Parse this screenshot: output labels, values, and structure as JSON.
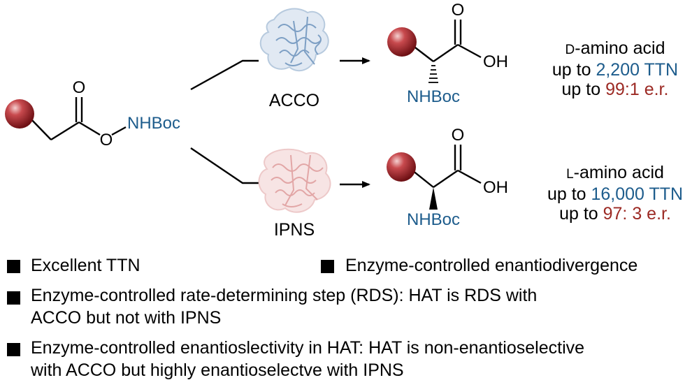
{
  "reagent": {
    "amine_label": "NHBoc",
    "oxygen_label": "O",
    "carbonyl_label": "O"
  },
  "enzymes": [
    {
      "name": "ACCO",
      "color": "#7d9fc4"
    },
    {
      "name": "IPNS",
      "color": "#e2a6a6"
    }
  ],
  "products": [
    {
      "acid_label": "OH",
      "carbonyl_label": "O",
      "amine_label": "NHBoc"
    },
    {
      "acid_label": "OH",
      "carbonyl_label": "O",
      "amine_label": "NHBoc"
    }
  ],
  "results": [
    {
      "prefix": "D",
      "type": "-amino acid",
      "ttn_prefix": "up to",
      "ttn": "2,200 TTN",
      "er_prefix": "up to",
      "er": "99:1 e.r."
    },
    {
      "prefix": "L",
      "type": "-amino acid",
      "ttn_prefix": "up to",
      "ttn": "16,000 TTN",
      "er_prefix": "up to",
      "er": "97: 3 e.r."
    }
  ],
  "bullets": [
    {
      "lines": [
        "Excellent TTN"
      ]
    },
    {
      "lines": [
        "Enzyme-controlled enantiodivergence"
      ]
    },
    {
      "lines": [
        "Enzyme-controlled rate-determining step (RDS): HAT is RDS with",
        "ACCO but not with IPNS"
      ]
    },
    {
      "lines": [
        "Enzyme-controlled enantioslectivity in HAT: HAT is non-enantioselective",
        "with ACCO but highly enantioselectve with IPNS"
      ]
    }
  ],
  "colors": {
    "blue": "#1d5c8c",
    "red": "#9c2a24",
    "sphere": "#b3262c"
  }
}
